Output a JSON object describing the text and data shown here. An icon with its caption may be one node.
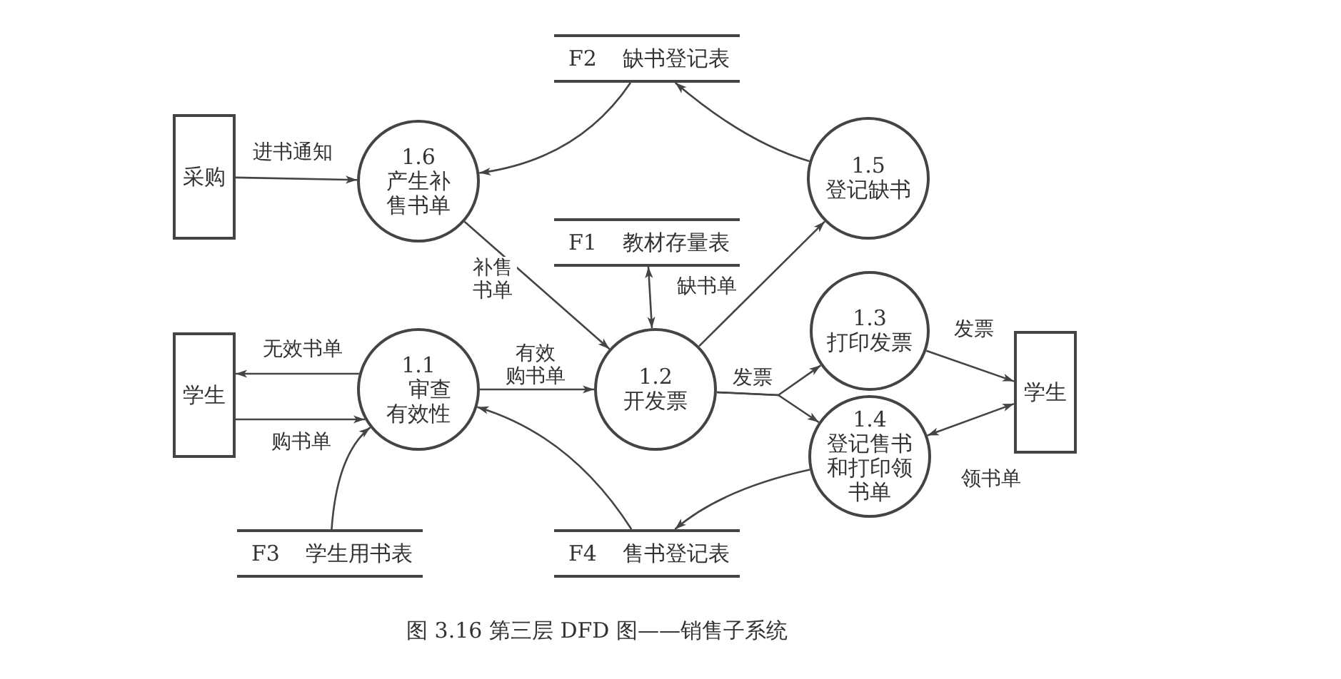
{
  "diagram": {
    "caption": "图 3.16 第三层 DFD 图——销售子系统",
    "nodes": [
      {
        "text": [
          "F2",
          "缺书登记表"
        ]
      },
      {
        "text": [
          "采购"
        ]
      },
      {
        "text": [
          "1.6",
          "产生补售书单"
        ]
      },
      {
        "text": [
          "1.5",
          "登记缺书"
        ]
      },
      {
        "text": [
          "F1",
          "教材存量表"
        ]
      },
      {
        "text": [
          "学生"
        ]
      },
      {
        "text": [
          "1.1",
          "审查有效性"
        ]
      },
      {
        "text": [
          "1.2",
          "开发票"
        ]
      },
      {
        "text": [
          "1.3",
          "打印发票"
        ]
      },
      {
        "text": [
          "学生"
        ]
      },
      {
        "text": [
          "1.4",
          "登记售书和打印领书单"
        ]
      },
      {
        "text": [
          "F3",
          "学生用书表"
        ]
      },
      {
        "text": [
          "F4",
          "售书登记表"
        ]
      }
    ],
    "edges": [
      {
        "from": 1,
        "to": 2,
        "arrow": "to",
        "label": "进书通知"
      },
      {
        "from": 0,
        "to": 2,
        "arrow": "to"
      },
      {
        "from": 3,
        "to": 0,
        "arrow": "to"
      },
      {
        "from": 2,
        "to": 7,
        "arrow": "to",
        "label": "补售书单"
      },
      {
        "from": 4,
        "to": 7,
        "arrow": "both",
        "label": "缺书单"
      },
      {
        "from": 7,
        "to": 3,
        "arrow": "to"
      },
      {
        "from": 6,
        "to": 5,
        "arrow": "to",
        "label": "无效书单"
      },
      {
        "from": 5,
        "to": 6,
        "arrow": "to",
        "label": "购书单"
      },
      {
        "from": 6,
        "to": 7,
        "arrow": "to",
        "label": "有效购书单"
      },
      {
        "from": 7,
        "to": 8,
        "arrow": "to",
        "label": "发票"
      },
      {
        "from": 7,
        "to": 10,
        "arrow": "to"
      },
      {
        "from": 11,
        "to": 6,
        "arrow": "to"
      },
      {
        "from": 12,
        "to": 6,
        "arrow": "to"
      },
      {
        "from": 8,
        "to": 9,
        "arrow": "to",
        "label": "发票"
      },
      {
        "from": 10,
        "to": 9,
        "arrow": "both",
        "label": "领书单"
      },
      {
        "from": 10,
        "to": 12,
        "arrow": "to"
      }
    ]
  }
}
